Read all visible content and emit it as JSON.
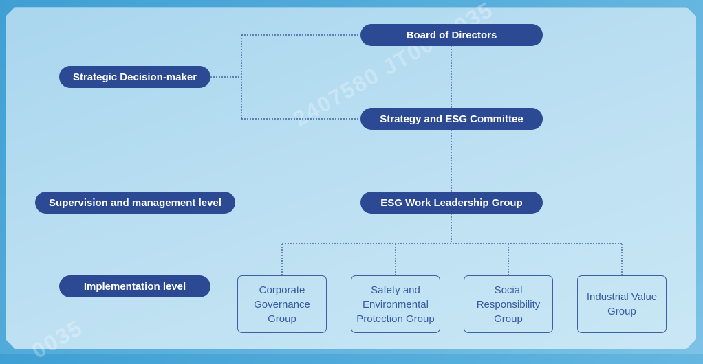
{
  "levels": {
    "strategic": "Strategic Decision-maker",
    "supervision": "Supervision and management level",
    "implementation": "Implementation level"
  },
  "nodes": {
    "board": "Board of Directors",
    "committee": "Strategy and ESG Committee",
    "leadership": "ESG Work Leadership Group"
  },
  "groups": [
    "Corporate Governance Group",
    "Safety and Environmental Protection Group",
    "Social Responsibility Group",
    "Industrial Value Group"
  ],
  "watermarks": [
    "2407580 JT0080035",
    "0035"
  ],
  "colors": {
    "pill_fill": "#2c4a93",
    "box_border": "#3e5fa4",
    "box_text": "#3a5aa0",
    "connector": "#2c4a93"
  }
}
